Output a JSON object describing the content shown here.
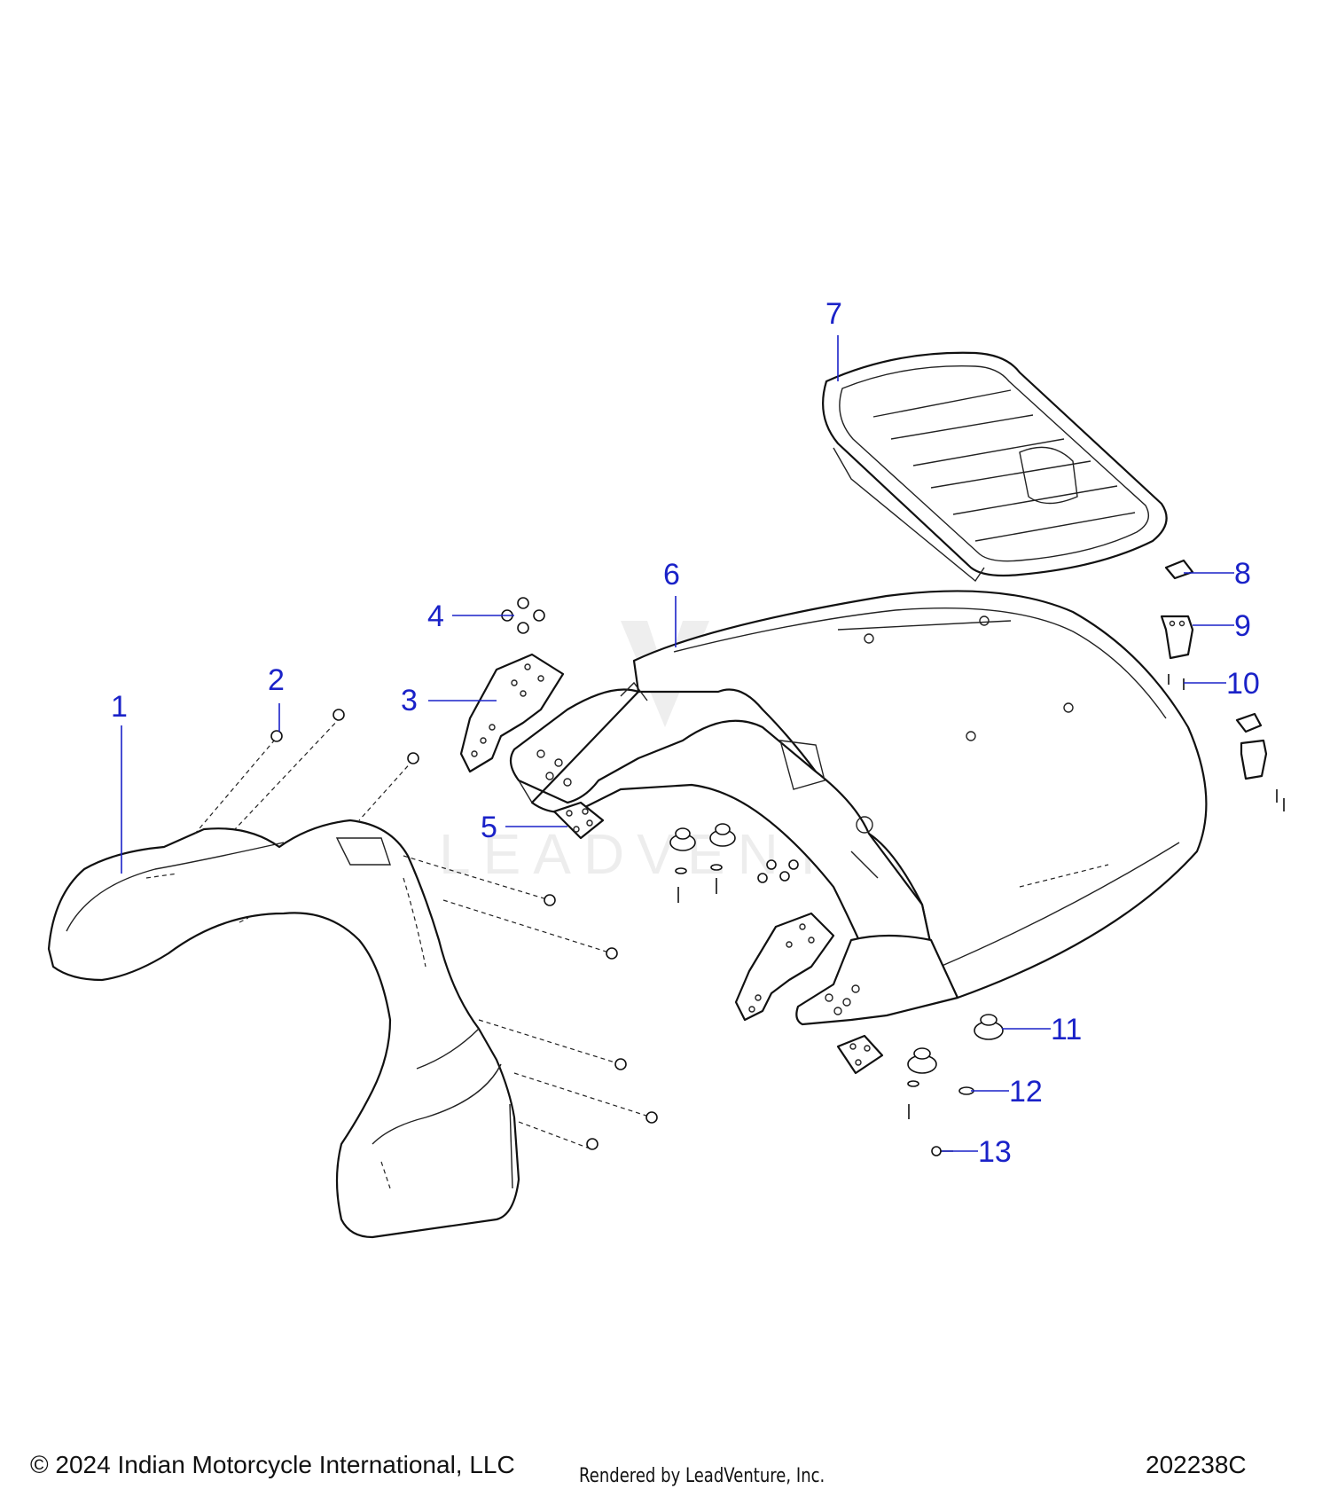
{
  "callouts": [
    {
      "label": "1"
    },
    {
      "label": "2"
    },
    {
      "label": "3"
    },
    {
      "label": "4"
    },
    {
      "label": "5"
    },
    {
      "label": "6"
    },
    {
      "label": "7"
    },
    {
      "label": "8"
    },
    {
      "label": "9"
    },
    {
      "label": "10"
    },
    {
      "label": "11"
    },
    {
      "label": "12"
    },
    {
      "label": "13"
    }
  ],
  "footer": {
    "copyright": "© 2024 Indian Motorcycle International, LLC",
    "rendered_by": "Rendered by LeadVenture, Inc.",
    "diagram_id": "202238C"
  },
  "watermark": "LEADVENTURE",
  "colors": {
    "callout": "#1a22c8",
    "line_art": "#111111",
    "background": "#ffffff"
  }
}
